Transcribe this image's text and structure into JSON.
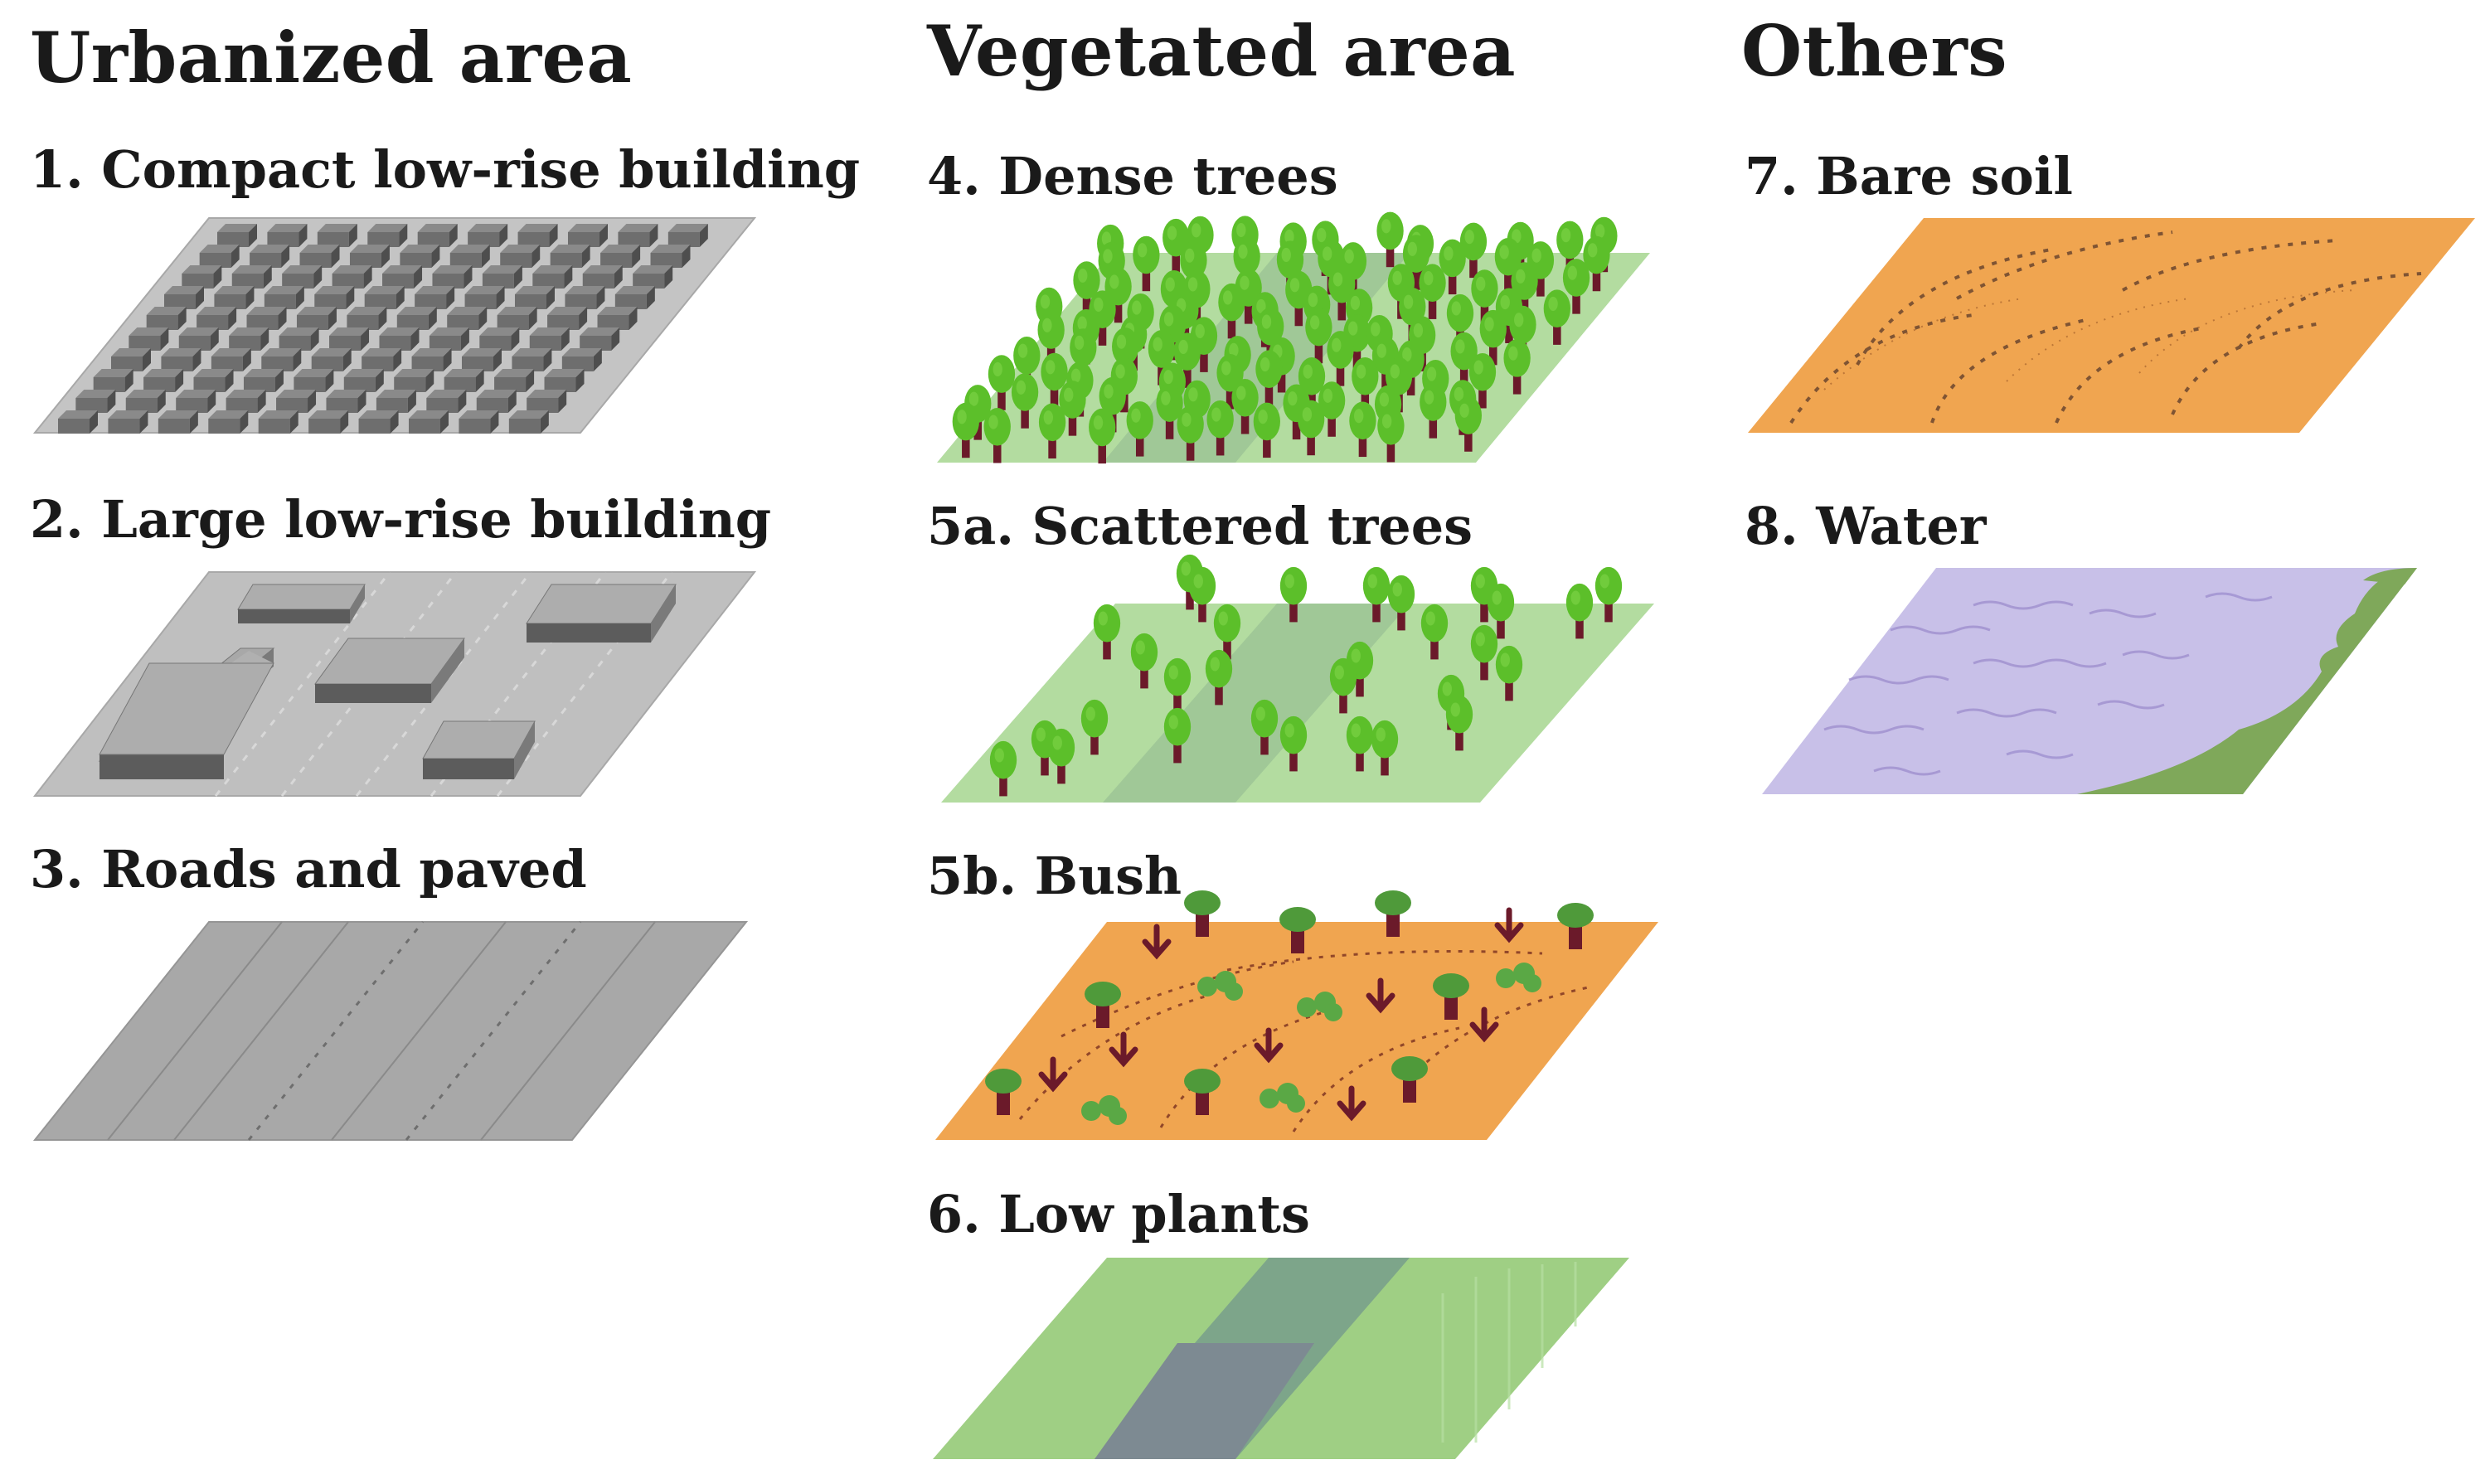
{
  "columns": [
    {
      "heading": "Urbanized area",
      "classes": [
        {
          "label": "1. Compact low-rise building",
          "pattern": "compact-buildings"
        },
        {
          "label": "2. Large low-rise building",
          "pattern": "large-buildings"
        },
        {
          "label": "3. Roads and paved",
          "pattern": "roads-paved"
        }
      ]
    },
    {
      "heading": "Vegetated area",
      "classes": [
        {
          "label": "4. Dense trees",
          "pattern": "dense-trees"
        },
        {
          "label": "5a. Scattered trees",
          "pattern": "scattered-trees"
        },
        {
          "label": "5b. Bush",
          "pattern": "bush"
        },
        {
          "label": "6. Low plants",
          "pattern": "low-plants"
        }
      ]
    },
    {
      "heading": "Others",
      "classes": [
        {
          "label": "7. Bare soil",
          "pattern": "bare-soil"
        },
        {
          "label": "8. Water",
          "pattern": "water"
        }
      ]
    }
  ],
  "colors": {
    "pavement": "#bdbdbd",
    "building": "#6e6e6e",
    "grass": "#a9d18e",
    "tree_crown": "#5cbf2a",
    "tree_trunk": "#6b1a2a",
    "soil": "#f0a550",
    "water": "#c7c0e8",
    "water_shore": "#7fa85a"
  }
}
